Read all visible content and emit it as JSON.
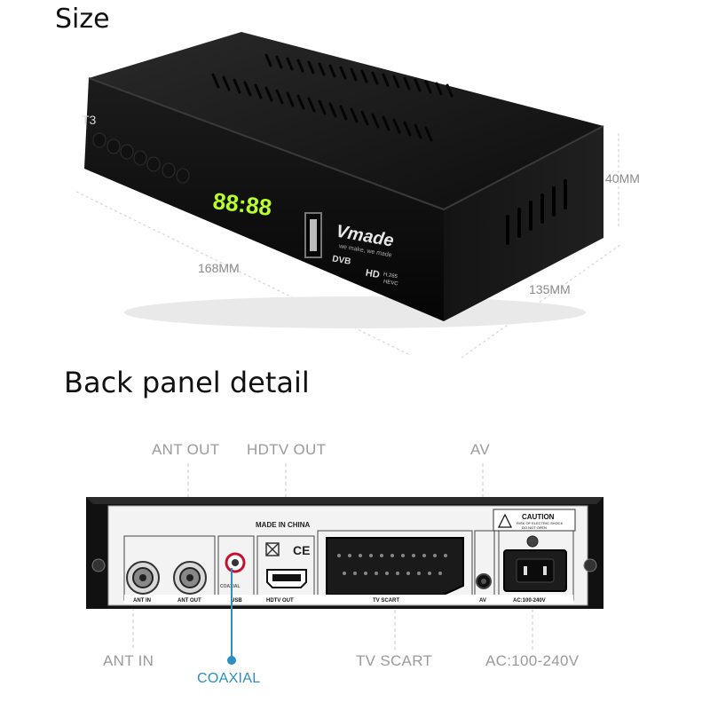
{
  "headings": {
    "size": "Size",
    "back_panel": "Back panel detail"
  },
  "dimensions": {
    "length": "168MM",
    "depth": "135MM",
    "height": "40MM"
  },
  "front_panel": {
    "model": "T3",
    "display": "88:88",
    "brand": "Vmade",
    "tagline": "we make, we made",
    "logo_dvb": "DVB",
    "logo_hd": "HD",
    "logo_codec_1": "H.265",
    "logo_codec_2": "HEVC"
  },
  "callouts": {
    "ant_out": "ANT OUT",
    "hdtv_out": "HDTV OUT",
    "av": "AV",
    "ant_in": "ANT IN",
    "coaxial": "COAXIAL",
    "tv_scart": "TV SCART",
    "ac": "AC:100-240V"
  },
  "back_panel": {
    "made_in": "MADE IN CHINA",
    "ce": "CE",
    "caution": "CAUTION",
    "caution_sub_1": "RISK OF ELECTRIC SHOCK",
    "caution_sub_2": "DO NOT OPEN",
    "labels": {
      "ant_in": "ANT IN",
      "ant_out": "ANT OUT",
      "coaxial": "COAXIAL",
      "usb": "USB",
      "hdtv_out": "HDTV OUT",
      "tv_scart": "TV SCART",
      "av": "AV",
      "ac": "AC:100-240V"
    }
  },
  "colors": {
    "coaxial_accent": "#2b8fc0",
    "display_green": "#b8ff2a",
    "callout_gray": "#9a9a9a"
  }
}
